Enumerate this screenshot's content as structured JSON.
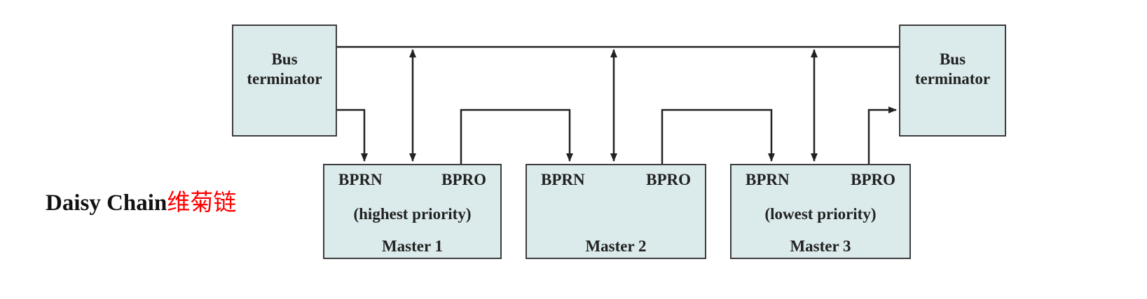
{
  "colors": {
    "box_fill": "#dbeaeb",
    "line": "#222222",
    "caption_text": "#111111",
    "caption_highlight": "#ff0000"
  },
  "terminators": {
    "left": {
      "line1": "Bus",
      "line2": "terminator"
    },
    "right": {
      "line1": "Bus",
      "line2": "terminator"
    }
  },
  "masters": [
    {
      "in_signal": "BPRN",
      "out_signal": "BPRO",
      "priority": "(highest priority)",
      "name": "Master 1"
    },
    {
      "in_signal": "BPRN",
      "out_signal": "BPRO",
      "priority": "",
      "name": "Master 2"
    },
    {
      "in_signal": "BPRN",
      "out_signal": "BPRO",
      "priority": "(lowest priority)",
      "name": "Master 3"
    }
  ],
  "caption": {
    "text": "Daisy Chain",
    "highlight": "维菊链"
  }
}
